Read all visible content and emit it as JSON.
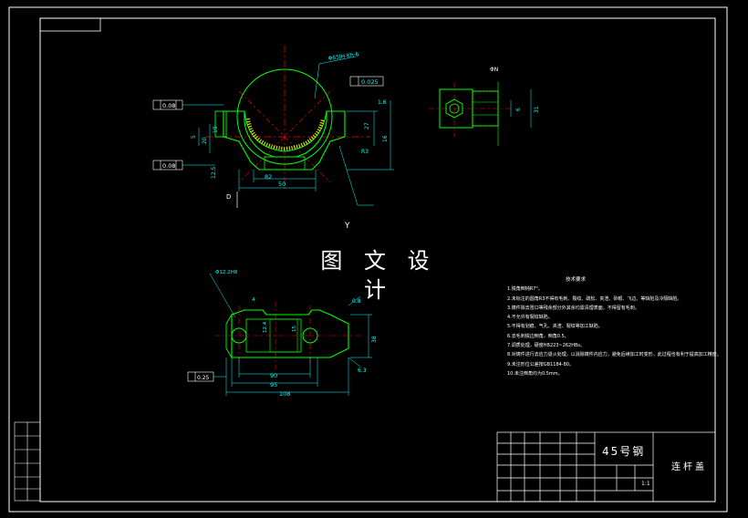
{
  "watermark": "图 文 设 计",
  "title_block": {
    "material": "45号钢",
    "part_name": "连杆盖",
    "scale": "1:1"
  },
  "tech_requirements": {
    "title": "技术要求",
    "items": [
      "1.锐角倒钝R7°。",
      "2.未标注的圆角R3不得有毛刺、裂纹、疏松、夹渣、砂眼、飞边、等缺陷及冷隔缺陷。",
      "3.铸件除去冒口等残余部分外其余均需清理表面，不得留有毛刺。",
      "4.不允许有裂纹缺陷。",
      "5.不得有划痕、气孔、夹渣、裂纹等加工缺陷。",
      "6.去毛刺锐边倒角，倒角0.5。",
      "7.调质处理，硬度HB223~262HBs。",
      "8.对铸件进行去应力退火处理，以消除铸件内应力，避免后续加工时变形，此过程也有利于提高加工精度。",
      "9.未注形位公差按GB1184-80。",
      "10.未注倒角均为0.5mm。"
    ]
  },
  "dimensions": {
    "top_view": [
      "Φ65JH·Kh·6",
      "0.025",
      "1.6",
      "R3",
      "27",
      "16",
      "20",
      "50",
      "82",
      "12.5",
      "5",
      "19"
    ],
    "side_view": [
      "ΦN",
      "6",
      "31"
    ],
    "bottom_view": [
      "Φ12.2H8",
      "4",
      "15",
      "12.4",
      "90",
      "95",
      "108",
      "0.8",
      "6.3",
      "0.25",
      "38"
    ]
  },
  "gdt": {
    "top_left": "0.08",
    "mid_left": "0.08",
    "bottom_left": "0.25"
  },
  "colors": {
    "outline": "#00ff00",
    "center": "#ff0000",
    "dim": "#00ffff",
    "frame": "#ffffff",
    "hatch": "#ffff00"
  }
}
